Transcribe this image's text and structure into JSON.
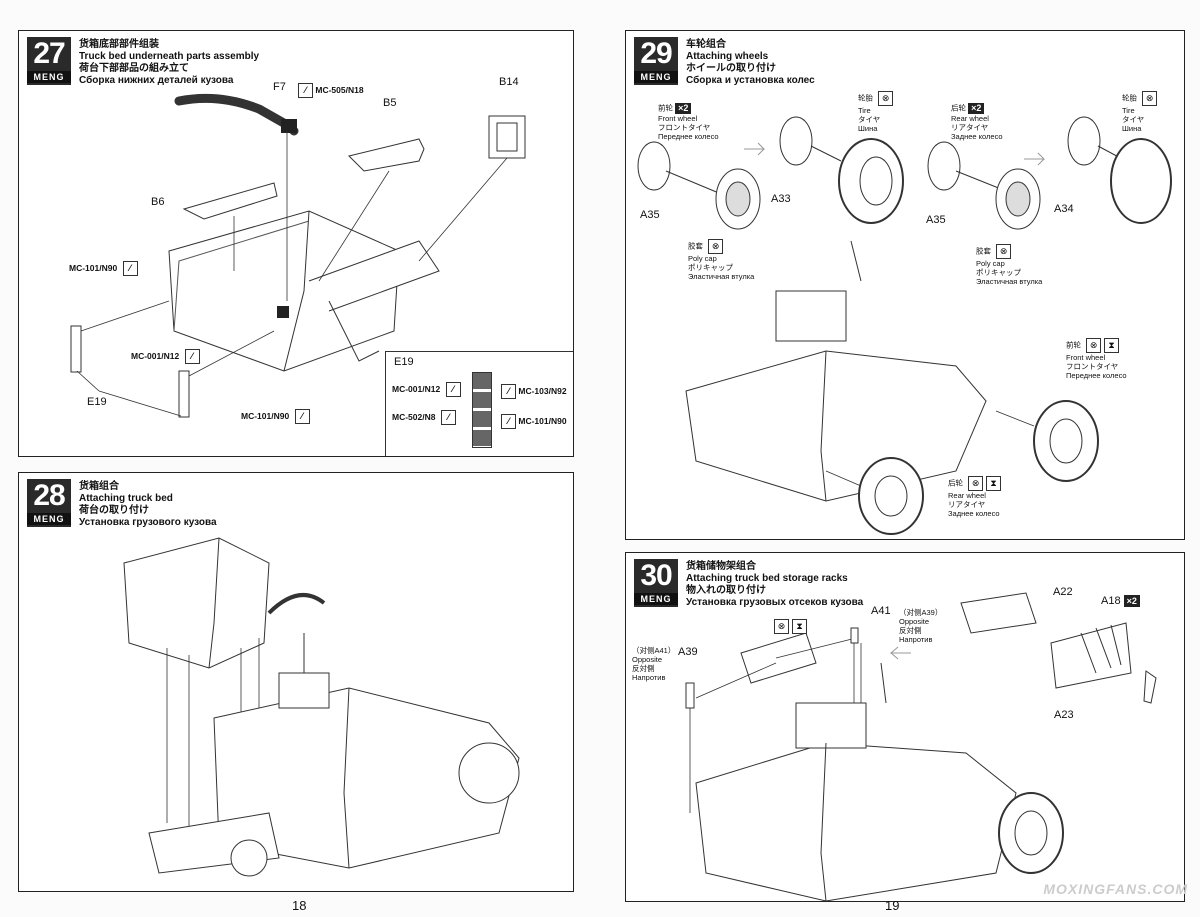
{
  "page_left": "18",
  "page_right": "19",
  "watermark": "MOXINGFANS.COM",
  "brand": "MENG",
  "steps": {
    "s27": {
      "num": "27",
      "title_zh": "货箱底部部件组装",
      "title_en": "Truck bed underneath parts assembly",
      "title_ja": "荷台下部部品の組み立て",
      "title_ru": "Сборка нижних деталей кузова",
      "parts": {
        "f7": "F7",
        "mc505": "MC-505/N18",
        "b5": "B5",
        "b14": "B14",
        "b6": "B6",
        "mc101a": "MC-101/N90",
        "mc001": "MC-001/N12",
        "e19": "E19",
        "mc101b": "MC-101/N90"
      },
      "inset": {
        "title": "E19",
        "mc001": "MC-001/N12",
        "mc502": "MC-502/N8",
        "mc103": "MC-103/N92",
        "mc101": "MC-101/N90"
      }
    },
    "s28": {
      "num": "28",
      "title_zh": "货箱组合",
      "title_en": "Attaching truck bed",
      "title_ja": "荷台の取り付け",
      "title_ru": "Установка грузового кузова"
    },
    "s29": {
      "num": "29",
      "title_zh": "车轮组合",
      "title_en": "Attaching wheels",
      "title_ja": "ホイールの取り付け",
      "title_ru": "Сборка и установка колес",
      "front": [
        "前轮",
        "Front wheel",
        "フロントタイヤ",
        "Переднее колесо"
      ],
      "rear": [
        "后轮",
        "Rear wheel",
        "リアタイヤ",
        "Заднее колесо"
      ],
      "tire": [
        "轮胎",
        "Tire",
        "タイヤ",
        "Шина"
      ],
      "polycap": [
        "胶套",
        "Poly cap",
        "ポリキャップ",
        "Эластичная втулка"
      ],
      "x2": "×2",
      "parts": {
        "a35a": "A35",
        "a33": "A33",
        "a35b": "A35",
        "a34": "A34"
      }
    },
    "s30": {
      "num": "30",
      "title_zh": "货箱储物架组合",
      "title_en": "Attaching truck bed storage racks",
      "title_ja": "物入れの取り付け",
      "title_ru": "Установка  грузовых отсеков кузова",
      "parts": {
        "a41": "A41",
        "a39": "A39",
        "a22": "A22",
        "a18": "A18",
        "a23": "A23",
        "x2": "×2"
      },
      "opp_a39": [
        "（对侧A39）",
        "Opposite",
        "反対側",
        "Напротив"
      ],
      "opp_a41": [
        "（对侧A41）",
        "Opposite",
        "反対側",
        "Напротив"
      ]
    }
  }
}
